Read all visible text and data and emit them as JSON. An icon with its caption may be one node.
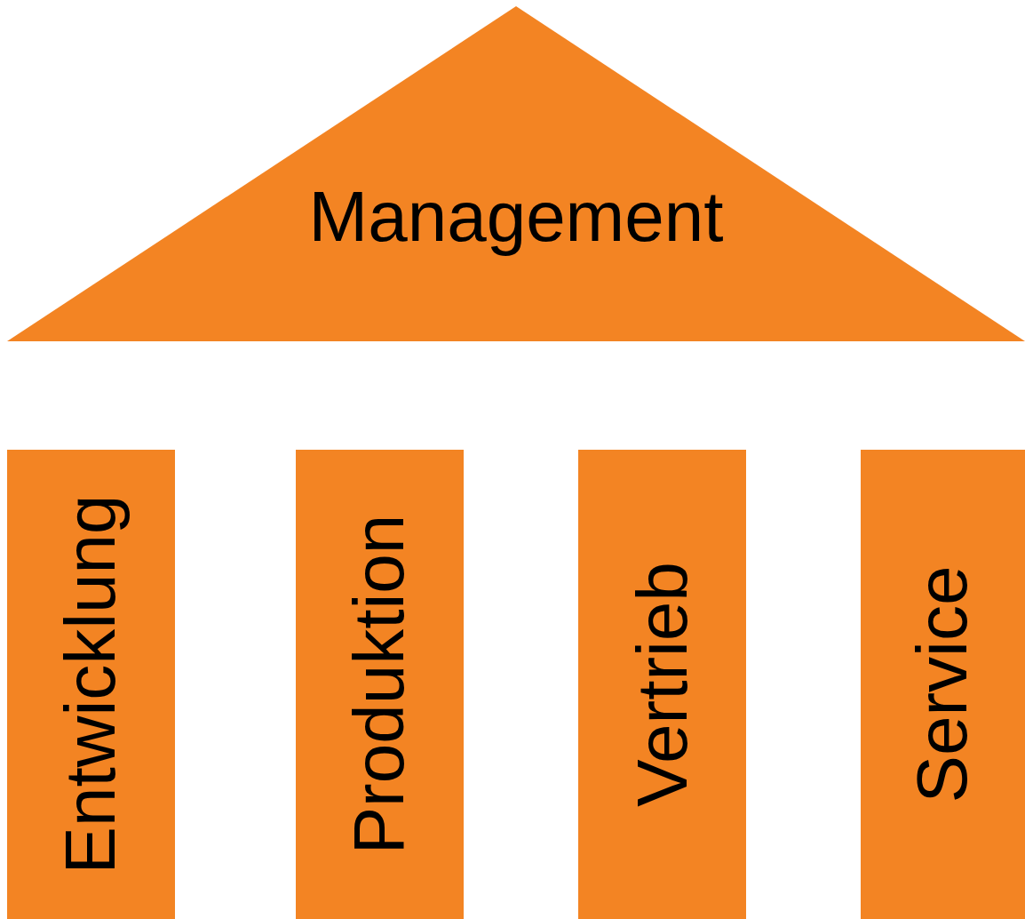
{
  "diagram": {
    "nodes": [
      {
        "text": [
          "Management"
        ]
      },
      {
        "text": [
          "Entwicklung"
        ]
      },
      {
        "text": [
          "Produktion"
        ]
      },
      {
        "text": [
          "Vertrieb"
        ]
      },
      {
        "text": [
          "Service"
        ]
      }
    ]
  }
}
